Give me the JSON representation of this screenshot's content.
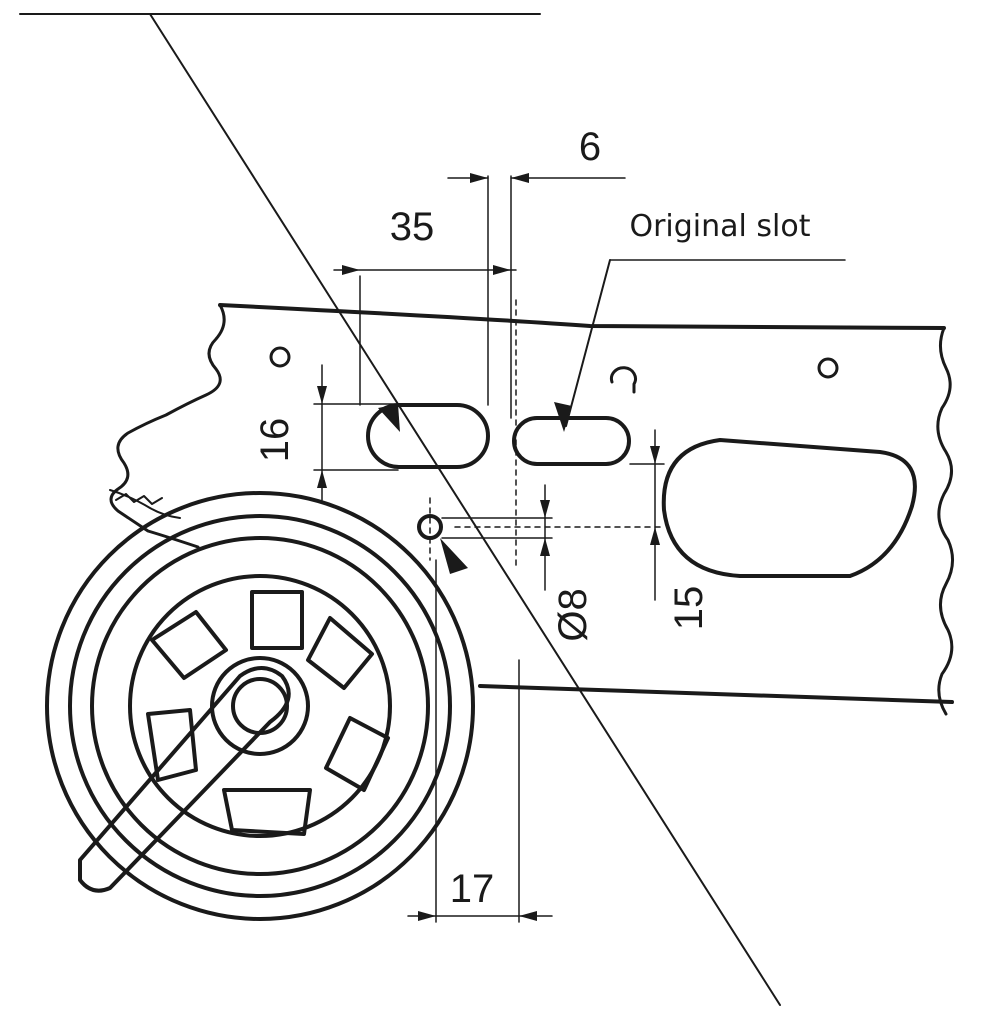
{
  "dimensions": {
    "slot_spacing": "35",
    "slot_gap": "6",
    "slot_height": "16",
    "hole_diameter": "Ø8",
    "hole_offset_vertical": "15",
    "hole_offset_horizontal": "17"
  },
  "callout": {
    "label": "Original slot"
  }
}
